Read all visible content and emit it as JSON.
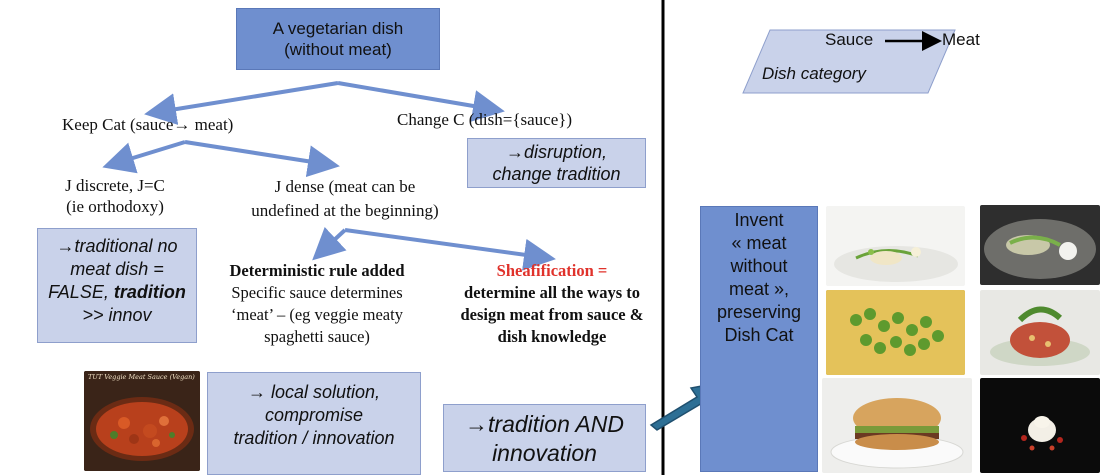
{
  "left": {
    "top_box": {
      "line1": "A vegetarian dish",
      "line2": "(without meat)"
    },
    "keep_cat": "Keep Cat (sauce→ meat)",
    "change_c": "Change C (dish={sauce})",
    "disruption": {
      "line1": "→disruption,",
      "line2": "change tradition"
    },
    "j_discrete": {
      "line1": "J discrete, J=C",
      "line2": "(ie orthodoxy)"
    },
    "j_dense": {
      "line1": "J dense (meat can be",
      "line2": "undefined at the beginning)"
    },
    "traditional_box": {
      "line1": "→traditional no",
      "line2": "meat dish =",
      "line3_a": "FALSE, ",
      "line3_b": "tradition",
      "line4": ">> innov"
    },
    "deterministic": {
      "bold": "Deterministic rule added",
      "rest": " Specific sauce determines ‘meat’ – (eg veggie meaty spaghetti sauce)"
    },
    "sheafification": {
      "red": "Sheafification =",
      "bold": "determine all the ways to design meat from sauce & dish knowledge"
    },
    "local_box": {
      "line1": "→ local solution,",
      "line2": "compromise",
      "line3": "tradition / innovation"
    },
    "tradition_box": {
      "line1": "→tradition AND",
      "line2": "innovation"
    },
    "photo_caption": "TUT Veggie Meat Sauce (Vegan)"
  },
  "right": {
    "parallelogram": {
      "sauce": "Sauce",
      "meat": "Meat",
      "category": "Dish category"
    },
    "invent_box": {
      "line1": "Invent",
      "line2": "« meat",
      "line3": "without",
      "line4": "meat »,",
      "line5": "preserving",
      "line6": "Dish Cat"
    }
  },
  "colors": {
    "blue_box": "#6f8fcf",
    "light_box": "#c9d2ea",
    "arrow": "#6f8fcf",
    "red": "#e0322b",
    "divider": "#000000",
    "teal_arrow": "#2d6f95"
  }
}
